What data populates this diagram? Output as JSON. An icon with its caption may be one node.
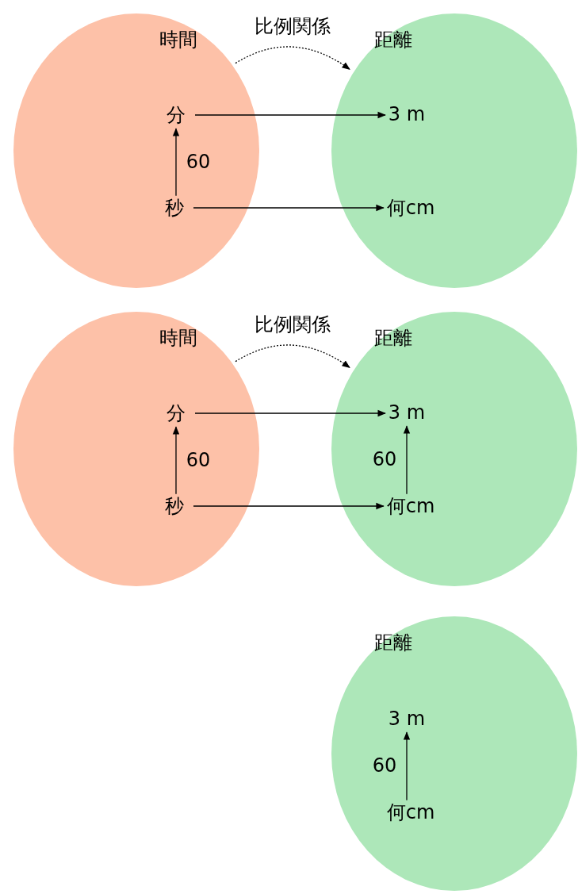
{
  "diagram": {
    "nodes": [
      {
        "text": [
          "時間"
        ]
      },
      {
        "text": [
          "分"
        ],
        "in": 0
      },
      {
        "text": [
          "秒"
        ],
        "in": 0
      },
      {
        "text": [
          "距離"
        ]
      },
      {
        "text": [
          "3 m"
        ],
        "in": 3
      },
      {
        "text": [
          "何cm"
        ],
        "in": 3
      },
      {
        "text": [
          "時間"
        ]
      },
      {
        "text": [
          "分"
        ],
        "in": 6
      },
      {
        "text": [
          "秒"
        ],
        "in": 6
      },
      {
        "text": [
          "距離"
        ]
      },
      {
        "text": [
          "3 m"
        ],
        "in": 9
      },
      {
        "text": [
          "何cm"
        ],
        "in": 9
      },
      {
        "text": [
          "距離"
        ]
      },
      {
        "text": [
          "3 m"
        ],
        "in": 12
      },
      {
        "text": [
          "何cm"
        ],
        "in": 12
      }
    ],
    "edges": [
      {
        "from": 2,
        "to": 1,
        "arrow": "to",
        "label": "60"
      },
      {
        "from": 1,
        "to": 4,
        "arrow": "to"
      },
      {
        "from": 2,
        "to": 5,
        "arrow": "to"
      },
      {
        "from": 0,
        "to": 3,
        "arrow": "to",
        "label": "比例関係",
        "style": "dashed"
      },
      {
        "from": 8,
        "to": 7,
        "arrow": "to",
        "label": "60"
      },
      {
        "from": 7,
        "to": 10,
        "arrow": "to"
      },
      {
        "from": 8,
        "to": 11,
        "arrow": "to"
      },
      {
        "from": 11,
        "to": 10,
        "arrow": "to",
        "label": "60"
      },
      {
        "from": 6,
        "to": 9,
        "arrow": "to",
        "label": "比例関係",
        "style": "dashed"
      },
      {
        "from": 14,
        "to": 13,
        "arrow": "to",
        "label": "60"
      }
    ]
  }
}
